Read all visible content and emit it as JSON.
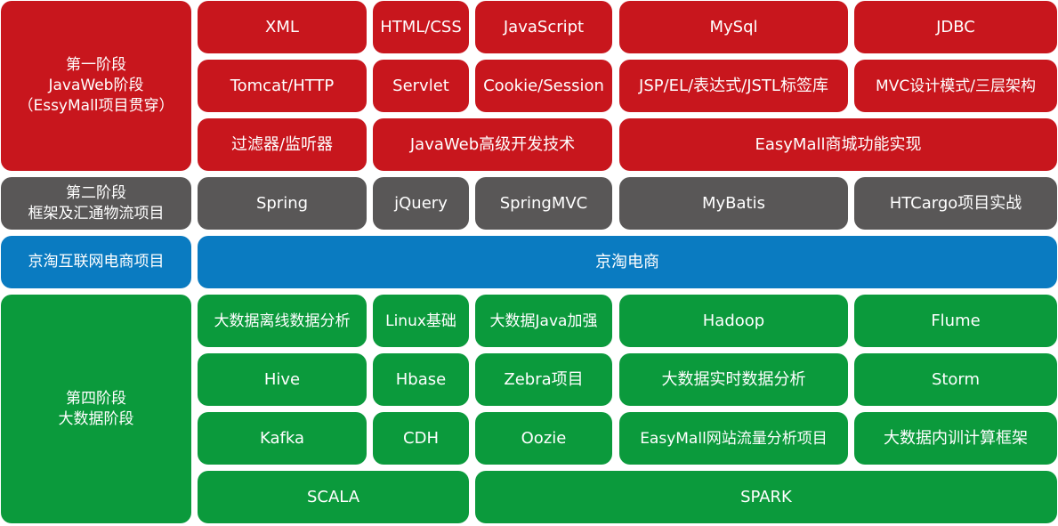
{
  "colors": {
    "stage1": "#c8161d",
    "stage2": "#595757",
    "stage3": "#0a7bc1",
    "stage4": "#0b9a3c",
    "text": "#ffffff"
  },
  "stage1": {
    "label_line1": "第一阶段",
    "label_line2": "JavaWeb阶段",
    "label_line3": "（EssyMall项目贯穿）",
    "row1": [
      "XML",
      "HTML/CSS",
      "JavaScript",
      "MySql",
      "JDBC"
    ],
    "row2": [
      "Tomcat/HTTP",
      "Servlet",
      "Cookie/Session",
      "JSP/EL/表达式/JSTL标签库",
      "MVC设计模式/三层架构"
    ],
    "row3": [
      "过滤器/监听器",
      "JavaWeb高级开发技术",
      "EasyMall商城功能实现"
    ]
  },
  "stage2": {
    "label_line1": "第二阶段",
    "label_line2": "框架及汇通物流项目",
    "row1": [
      "Spring",
      "jQuery",
      "SpringMVC",
      "MyBatis",
      "HTCargo项目实战"
    ]
  },
  "stage3": {
    "label": "京淘互联网电商项目",
    "row1": [
      "京淘电商"
    ]
  },
  "stage4": {
    "label_line1": "第四阶段",
    "label_line2": "大数据阶段",
    "row1": [
      "大数据离线数据分析",
      "Linux基础",
      "大数据Java加强",
      "Hadoop",
      "Flume"
    ],
    "row2": [
      "Hive",
      "Hbase",
      "Zebra项目",
      "大数据实时数据分析",
      "Storm"
    ],
    "row3": [
      "Kafka",
      "CDH",
      "Oozie",
      "EasyMall网站流量分析项目",
      "大数据内训计算框架"
    ],
    "row4": [
      "SCALA",
      "SPARK"
    ]
  }
}
